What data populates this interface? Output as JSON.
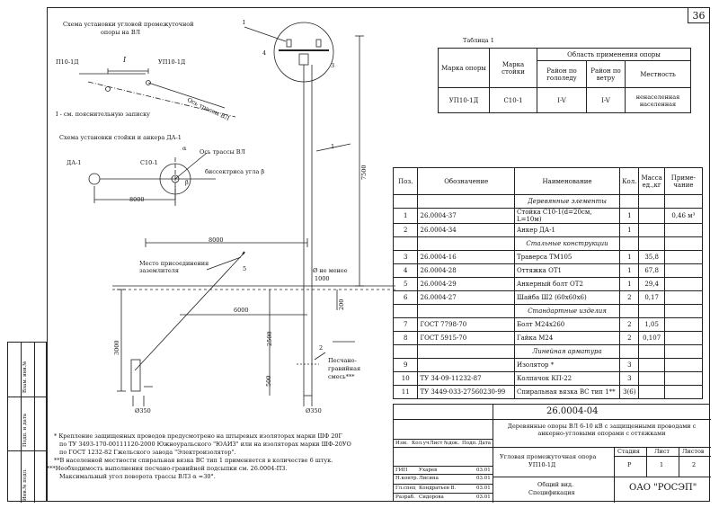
{
  "sheet": {
    "page_number": "36"
  },
  "scheme1": {
    "title_line1": "Схема установки угловой промежуточной",
    "title_line2": "опоры на ВЛ",
    "left_pole": "П10-1Д",
    "right_pole": "УП10-1Д",
    "marker": "I",
    "route_label": "Ось трассы ВЛ",
    "note": "I - см. пояснительную записку"
  },
  "scheme2": {
    "title": "Схема установки стойки и анкера ДА-1",
    "anchor": "ДА-1",
    "pole": "С10-1",
    "route_label": "Ось трассы ВЛ",
    "alpha": "α",
    "bisector": "биссектриса угла β",
    "beta": "β",
    "dist": "8000"
  },
  "elevation": {
    "dim_top": "8000",
    "dim_height": "7500",
    "dim_6000": "6000",
    "dim_1000": "1000",
    "dim_2500": "2500",
    "dim_3000": "3000",
    "dim_500": "500",
    "dim_200": "200",
    "ground_note": "Ø не менее",
    "grounding_place_line1": "Место присоединения",
    "grounding_place_line2": "заземлителя",
    "sand_mix_line1": "Песчано-",
    "sand_mix_line2": "гравийная",
    "sand_mix_line3": "смесь***",
    "dia1": "Ø350",
    "dia2": "Ø350",
    "callouts": [
      "I",
      "3",
      "1",
      "5",
      "2",
      "4"
    ]
  },
  "table1": {
    "title": "Таблица 1",
    "headers": {
      "mark_pole": "Марка опоры",
      "mark_stand": "Марка стойки",
      "area": "Область применения опоры",
      "ice": "Район по гололеду",
      "wind": "Район по ветру",
      "terrain": "Местность"
    },
    "row": {
      "mark_pole": "УП10-1Д",
      "mark_stand": "С10-1",
      "ice": "I-V",
      "wind": "I-V",
      "terrain": "ненаселенная населенная"
    }
  },
  "spec": {
    "headers": {
      "pos": "Поз.",
      "designation": "Обозначение",
      "name": "Наименование",
      "qty": "Кол.",
      "mass": "Масса ед.,кг",
      "note": "Приме-чание"
    },
    "rows": [
      {
        "pos": "",
        "designation": "",
        "name": "Деревянные элементы",
        "qty": "",
        "mass": "",
        "note": "",
        "section": true
      },
      {
        "pos": "1",
        "designation": "26.0004-37",
        "name": "Стойка С10-1(d=20см, L=10м)",
        "qty": "1",
        "mass": "",
        "note": "0,46 м³"
      },
      {
        "pos": "2",
        "designation": "26.0004-34",
        "name": "Анкер ДА-1",
        "qty": "1",
        "mass": "",
        "note": ""
      },
      {
        "pos": "",
        "designation": "",
        "name": "Стальные конструкции",
        "qty": "",
        "mass": "",
        "note": "",
        "section": true
      },
      {
        "pos": "3",
        "designation": "26.0004-16",
        "name": "Траверса ТМ105",
        "qty": "1",
        "mass": "35,8",
        "note": ""
      },
      {
        "pos": "4",
        "designation": "26.0004-28",
        "name": "Оттяжка ОТ1",
        "qty": "1",
        "mass": "67,8",
        "note": ""
      },
      {
        "pos": "5",
        "designation": "26.0004-29",
        "name": "Анкерный болт ОТ2",
        "qty": "1",
        "mass": "29,4",
        "note": ""
      },
      {
        "pos": "6",
        "designation": "26.0004-27",
        "name": "Шайба Ш2 (60х60х6)",
        "qty": "2",
        "mass": "0,17",
        "note": ""
      },
      {
        "pos": "",
        "designation": "",
        "name": "Стандартные изделия",
        "qty": "",
        "mass": "",
        "note": "",
        "section": true
      },
      {
        "pos": "7",
        "designation": "ГОСТ 7798-70",
        "name": "Болт М24х260",
        "qty": "2",
        "mass": "1,05",
        "note": ""
      },
      {
        "pos": "8",
        "designation": "ГОСТ 5915-70",
        "name": "Гайка М24",
        "qty": "2",
        "mass": "0,107",
        "note": ""
      },
      {
        "pos": "",
        "designation": "",
        "name": "Линейная арматура",
        "qty": "",
        "mass": "",
        "note": "",
        "section": true
      },
      {
        "pos": "9",
        "designation": "",
        "name": "Изолятор *",
        "qty": "3",
        "mass": "",
        "note": ""
      },
      {
        "pos": "10",
        "designation": "ТУ 34-09-11232-87",
        "name": "Колпачок КП-22",
        "qty": "3",
        "mass": "",
        "note": ""
      },
      {
        "pos": "11",
        "designation": "ТУ 3449-033-27560230-99",
        "name": "Спиральная вязка ВС тип 1**",
        "qty": "3(6)",
        "mass": "",
        "note": ""
      }
    ]
  },
  "notes": [
    "* Крепление защищенных проводов предусмотрено на штыревых изоляторах марки ШФ 20Г",
    "по ТУ 3493-170-00111120-2000 Южноуральского \"ЮАИЗ\" или на изоляторах марки ШФ-20УО",
    "по ГОСТ 1232-82 Гжельского завода \"Электроизолятор\".",
    "**В населенной местности спиральная вязка ВС тип 1 применяется в количестве 6 штук.",
    "***Необходимость выполнения песчано-гравийной подсыпки см. 26.0004-ПЗ.",
    "Максимальный угол поворота трассы ВЛЗ α =30°."
  ],
  "stamp": {
    "doc_code": "26.0004-04",
    "title": "Деревянные опоры ВЛ 6-10 кВ с защищенными проводами с анкерно-угловыми опорами с оттяжками",
    "drawing_name_line1": "Угловая промежуточная опора",
    "drawing_name_line2": "УП10-1Д",
    "stage_label": "Стадия",
    "sheet_label": "Лист",
    "sheets_label": "Листов",
    "stage": "Р",
    "sheet": "1",
    "sheets": "2",
    "view_line1": "Общий вид.",
    "view_line2": "Спецификация",
    "org": "ОАО \"РОСЭП\"",
    "col_labels": [
      "Изм.",
      "Кол.уч",
      "Лист",
      "№док.",
      "Подп.",
      "Дата"
    ],
    "roles": [
      "ГИП",
      "Н.контр.",
      "Гл.спец",
      "Разраб."
    ],
    "names": [
      "Ухарев",
      "Лисина",
      "Кондратьев В.",
      "Сидорова"
    ],
    "dates": [
      "03.01",
      "03.01",
      "03.01",
      "03.01"
    ]
  },
  "side_labels": [
    "Инв.№ подл.",
    "Подп. и дата",
    "Взам. инв.№"
  ]
}
